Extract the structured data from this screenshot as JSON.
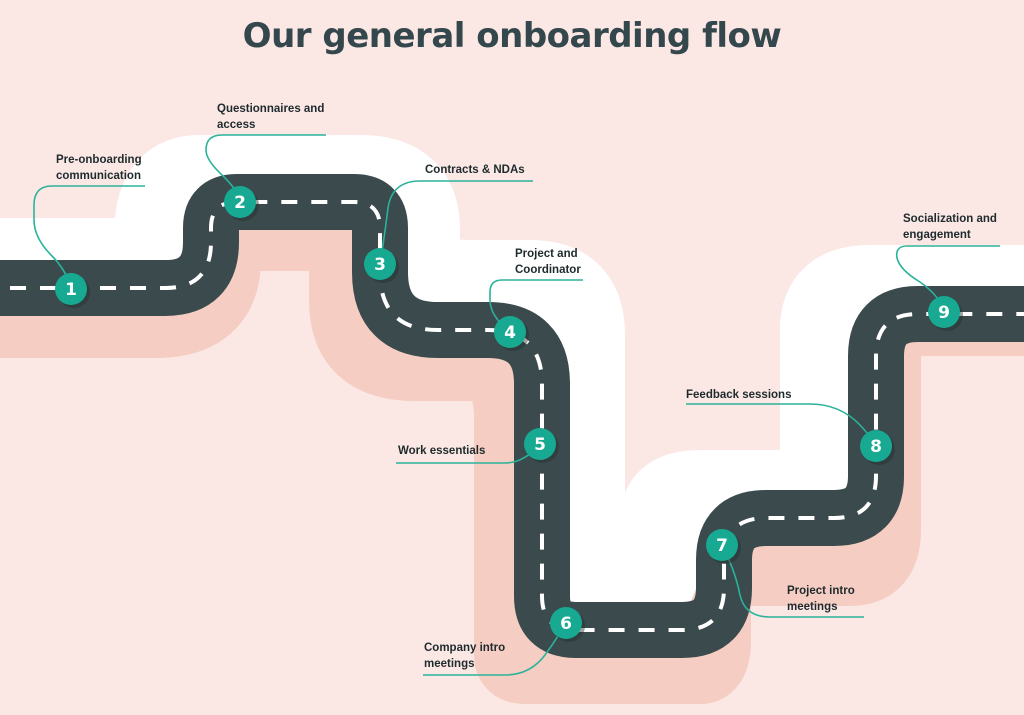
{
  "title": "Our general onboarding flow",
  "colors": {
    "background": "#fbe8e5",
    "highlight": "#ffffff",
    "shadow": "#f5cdc3",
    "road": "#3a4a4d",
    "dash": "#ffffff",
    "marker": "#17a991",
    "leader": "#2bb39a"
  },
  "steps": [
    {
      "number": "1",
      "label": "Pre-onboarding\ncommunication"
    },
    {
      "number": "2",
      "label": "Questionnaires and\naccess"
    },
    {
      "number": "3",
      "label": "Contracts & NDAs"
    },
    {
      "number": "4",
      "label": "Project and\nCoordinator"
    },
    {
      "number": "5",
      "label": "Work essentials"
    },
    {
      "number": "6",
      "label": "Company intro\nmeetings"
    },
    {
      "number": "7",
      "label": "Project intro\nmeetings"
    },
    {
      "number": "8",
      "label": "Feedback sessions"
    },
    {
      "number": "9",
      "label": "Socialization and\nengagement"
    }
  ]
}
